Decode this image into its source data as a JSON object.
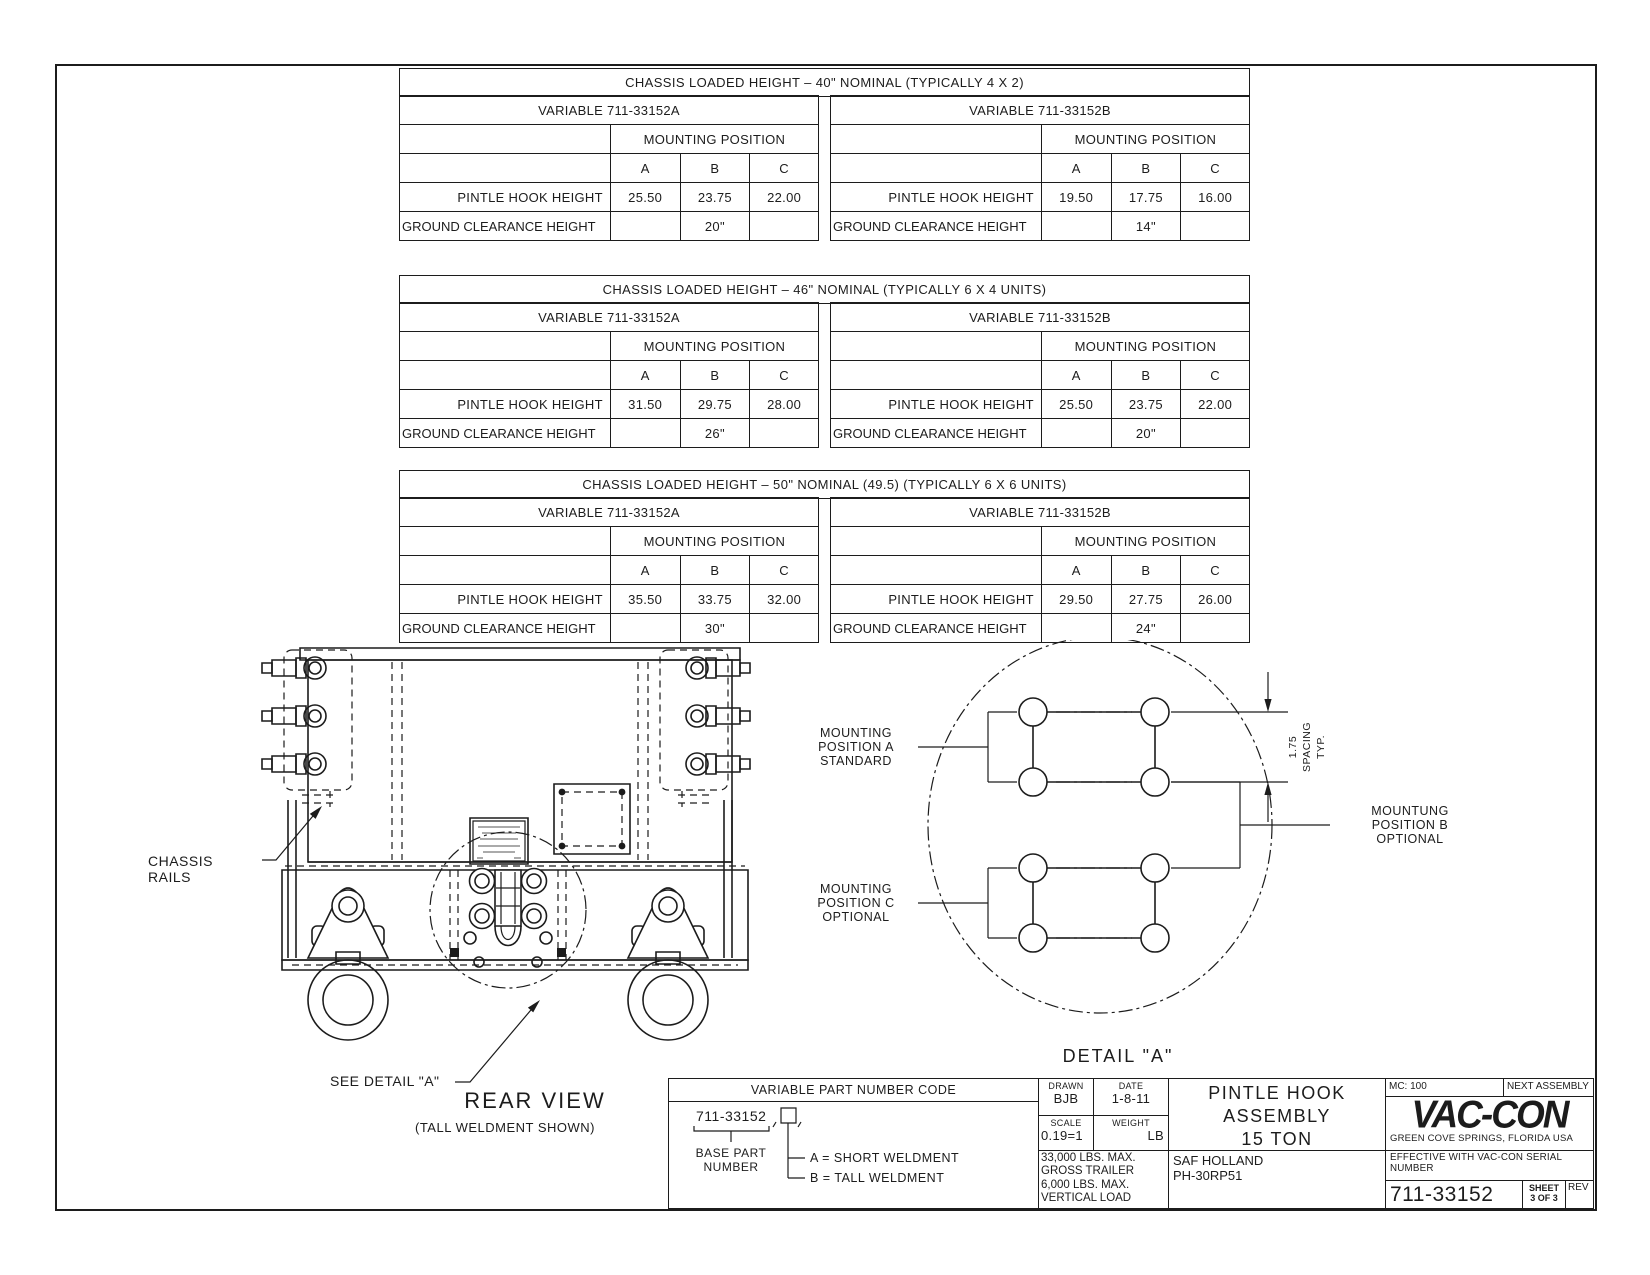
{
  "colors": {
    "line": "#1c1c1c",
    "background": "#ffffff"
  },
  "sheet": {
    "tables": [
      {
        "title": "CHASSIS LOADED HEIGHT – 40\" NOMINAL (TYPICALLY 4 X 2)",
        "halves": [
          {
            "variable": "VARIABLE 711-33152A",
            "mounting": "MOUNTING POSITION",
            "columns": [
              "A",
              "B",
              "C"
            ],
            "pintle_label": "PINTLE HOOK HEIGHT",
            "pintle": [
              "25.50",
              "23.75",
              "22.00"
            ],
            "ground_label": "GROUND CLEARANCE HEIGHT",
            "ground": [
              "",
              "20\"",
              ""
            ]
          },
          {
            "variable": "VARIABLE 711-33152B",
            "mounting": "MOUNTING POSITION",
            "columns": [
              "A",
              "B",
              "C"
            ],
            "pintle_label": "PINTLE HOOK HEIGHT",
            "pintle": [
              "19.50",
              "17.75",
              "16.00"
            ],
            "ground_label": "GROUND CLEARANCE HEIGHT",
            "ground": [
              "",
              "14\"",
              ""
            ]
          }
        ]
      },
      {
        "title": "CHASSIS LOADED HEIGHT – 46\" NOMINAL (TYPICALLY 6 X 4 UNITS)",
        "halves": [
          {
            "variable": "VARIABLE 711-33152A",
            "mounting": "MOUNTING POSITION",
            "columns": [
              "A",
              "B",
              "C"
            ],
            "pintle_label": "PINTLE HOOK HEIGHT",
            "pintle": [
              "31.50",
              "29.75",
              "28.00"
            ],
            "ground_label": "GROUND CLEARANCE HEIGHT",
            "ground": [
              "",
              "26\"",
              ""
            ]
          },
          {
            "variable": "VARIABLE 711-33152B",
            "mounting": "MOUNTING POSITION",
            "columns": [
              "A",
              "B",
              "C"
            ],
            "pintle_label": "PINTLE HOOK HEIGHT",
            "pintle": [
              "25.50",
              "23.75",
              "22.00"
            ],
            "ground_label": "GROUND CLEARANCE HEIGHT",
            "ground": [
              "",
              "20\"",
              ""
            ]
          }
        ]
      },
      {
        "title": "CHASSIS LOADED HEIGHT – 50\" NOMINAL (49.5) (TYPICALLY 6 X 6 UNITS)",
        "halves": [
          {
            "variable": "VARIABLE 711-33152A",
            "mounting": "MOUNTING POSITION",
            "columns": [
              "A",
              "B",
              "C"
            ],
            "pintle_label": "PINTLE HOOK HEIGHT",
            "pintle": [
              "35.50",
              "33.75",
              "32.00"
            ],
            "ground_label": "GROUND CLEARANCE HEIGHT",
            "ground": [
              "",
              "30\"",
              ""
            ]
          },
          {
            "variable": "VARIABLE 711-33152B",
            "mounting": "MOUNTING POSITION",
            "columns": [
              "A",
              "B",
              "C"
            ],
            "pintle_label": "PINTLE HOOK HEIGHT",
            "pintle": [
              "29.50",
              "27.75",
              "26.00"
            ],
            "ground_label": "GROUND CLEARANCE HEIGHT",
            "ground": [
              "",
              "24\"",
              ""
            ]
          }
        ]
      }
    ],
    "rear_view": {
      "chassis_rails_label": "CHASSIS RAILS",
      "see_detail_label": "SEE DETAIL \"A\"",
      "title": "REAR VIEW",
      "subtitle": "(TALL WELDMENT SHOWN)"
    },
    "detail_a": {
      "caption": "DETAIL \"A\"",
      "position_a_label": "MOUNTING\nPOSITION A\nSTANDARD",
      "position_c_label": "MOUNTING\nPOSITION C\nOPTIONAL",
      "position_b_label": "MOUNTUNG\nPOSITION B\nOPTIONAL",
      "spacing_dim": "1.75\nSPACING\nTYP."
    },
    "title_block": {
      "vpnc_header": "VARIABLE PART NUMBER CODE",
      "vpnc_base_number": "711-33152",
      "vpnc_base_label": "BASE PART\nNUMBER",
      "vpnc_code_a": "A = SHORT WELDMENT",
      "vpnc_code_b": "B = TALL WELDMENT",
      "drawn_label": "DRAWN",
      "drawn_value": "BJB",
      "date_label": "DATE",
      "date_value": "1-8-11",
      "scale_label": "SCALE",
      "scale_value": "0.19=1",
      "weight_label": "WEIGHT",
      "weight_value": "LB",
      "load_note": "33,000 LBS. MAX.\nGROSS TRAILER\n6,000 LBS. MAX.\nVERTICAL LOAD",
      "vendor_note": "SAF HOLLAND\nPH-30RP51",
      "drawing_title": "PINTLE HOOK\nASSEMBLY\n15 TON",
      "mc": "MC: 100",
      "next_assembly": "NEXT ASSEMBLY",
      "logo": "VAC-CON",
      "logo_sub": "GREEN COVE SPRINGS, FLORIDA USA",
      "effective": "EFFECTIVE WITH VAC-CON SERIAL NUMBER",
      "part_number": "711-33152",
      "sheet_label": "SHEET",
      "sheet_value": "3 OF 3",
      "rev_label": "REV"
    }
  }
}
